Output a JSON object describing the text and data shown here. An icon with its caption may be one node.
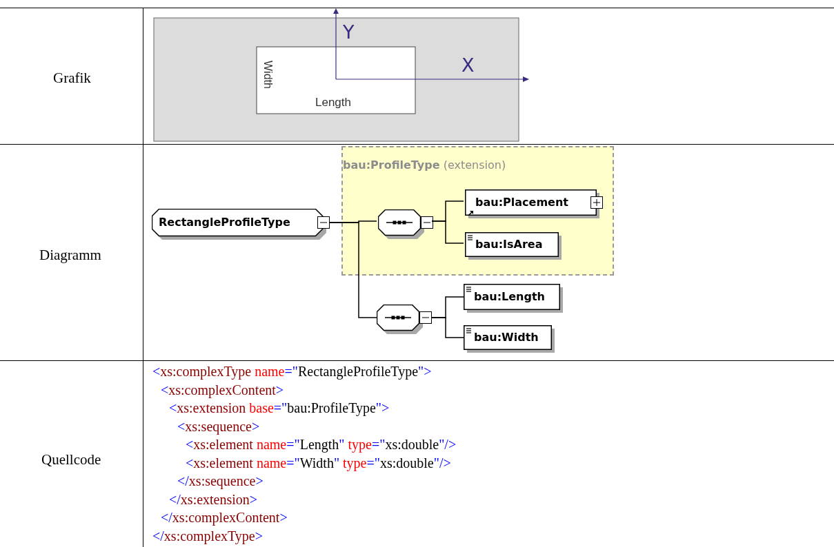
{
  "diagram": {
    "nodes": [
      {
        "text": [
          "RectangleProfileType"
        ]
      },
      {
        "text": [
          "**bau:ProfileType** (extension)"
        ]
      },
      {
        "text": [],
        "shape": "octagon",
        "in": 1
      },
      {
        "text": [
          "bau:Placement"
        ],
        "in": 1
      },
      {
        "text": [
          "bau:IsArea"
        ],
        "in": 1
      },
      {
        "text": [],
        "shape": "octagon"
      },
      {
        "text": [
          "bau:Length"
        ]
      },
      {
        "text": [
          "bau:Width"
        ]
      }
    ],
    "edges": [
      {
        "from": 0,
        "to": 2,
        "arrow": "none"
      },
      {
        "from": 0,
        "to": 5,
        "arrow": "none"
      },
      {
        "from": 2,
        "to": 3,
        "arrow": "none"
      },
      {
        "from": 2,
        "to": 4,
        "arrow": "none"
      },
      {
        "from": 5,
        "to": 6,
        "arrow": "none"
      },
      {
        "from": 5,
        "to": 7,
        "arrow": "none"
      }
    ],
    "labels": [
      "Grafik",
      "Y",
      "X",
      "Width",
      "Length",
      "Diagramm",
      "Quellcode",
      "<xs:complexType name=\"RectangleProfileType\">",
      "<xs:complexContent>",
      "<xs:extension base=\"bau:ProfileType\">",
      "<xs:sequence>",
      "<xs:element name=\"Length\" type=\"xs:double\"/>",
      "<xs:element name=\"Width\" type=\"xs:double\"/>",
      "</xs:sequence>",
      "</xs:extension>",
      "</xs:complexContent>",
      "</xs:complexType>"
    ]
  }
}
